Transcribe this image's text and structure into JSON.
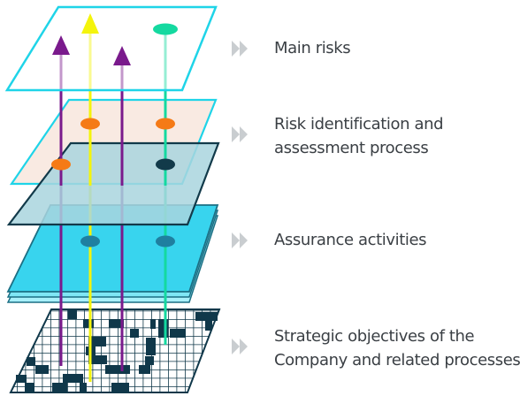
{
  "colors": {
    "cyan": "#1fd4e8",
    "navy": "#123a4a",
    "purple": "#7a1a8c",
    "yellow": "#f4f40c",
    "green": "#14d9a0",
    "orange": "#f57a16",
    "chevron": "#c9cdd0",
    "label_text": "#3a3f44"
  },
  "layers": [
    {
      "id": "main-risks",
      "label_lines": [
        "Main risks"
      ]
    },
    {
      "id": "risk-identification",
      "label_lines": [
        "Risk identification and",
        "assessment process"
      ]
    },
    {
      "id": "assurance-activities",
      "label_lines": [
        "Assurance activities"
      ]
    },
    {
      "id": "strategic-objectives",
      "label_lines": [
        "Strategic objectives of the",
        "Company and related processes"
      ]
    }
  ],
  "arrows": [
    {
      "name": "purple-left-arrow",
      "color": "purple"
    },
    {
      "name": "yellow-arrow",
      "color": "yellow"
    },
    {
      "name": "purple-middle-arrow",
      "color": "purple"
    },
    {
      "name": "green-line",
      "color": "green"
    }
  ]
}
